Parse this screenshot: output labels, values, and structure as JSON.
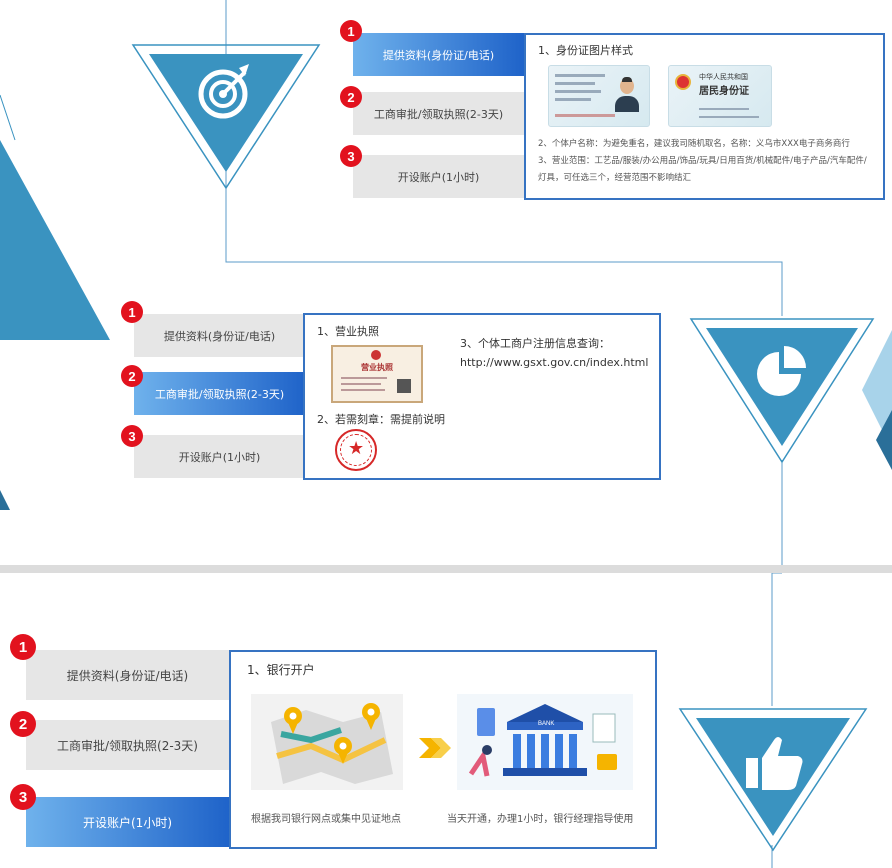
{
  "steps": {
    "s1": "提供资料(身份证/电话)",
    "s2": "工商审批/领取执照(2-3天)",
    "s3": "开设账户(1小时)"
  },
  "numbers": [
    "1",
    "2",
    "3"
  ],
  "panel1": {
    "title": "1、身份证图片样式",
    "line2": "2、个体户名称：为避免重名，建议我司随机取名，名称：义乌市XXX电子商务商行",
    "line3a": "3、营业范围：工艺品/服装/办公用品/饰品/玩具/日用百货/机械配件/电子产品/汽车配件/",
    "line3b": "灯具，可任选三个，经营范围不影响结汇",
    "id_front_title": "",
    "id_back_title": "中华人民共和国",
    "id_back_sub": "居民身份证"
  },
  "panel2": {
    "item1": "1、营业执照",
    "item2": "2、若需刻章：需提前说明",
    "item3": "3、个体工商户注册信息查询：",
    "url": "http://www.gsxt.gov.cn/index.html",
    "license_title": "营业执照"
  },
  "panel3": {
    "title": "1、银行开户",
    "cap_left": "根据我司银行网点或集中见证地点",
    "cap_right": "当天开通，办理1小时，银行经理指导使用",
    "bank_label": "BANK"
  },
  "colors": {
    "accent_blue": "#1f63c9",
    "number_red": "#e2121e",
    "triangle_teal": "#3a93c0",
    "panel_border": "#3673c2"
  },
  "icons": [
    "target-icon",
    "pie-chart-icon",
    "thumbs-up-icon",
    "arrow-right-icon"
  ]
}
